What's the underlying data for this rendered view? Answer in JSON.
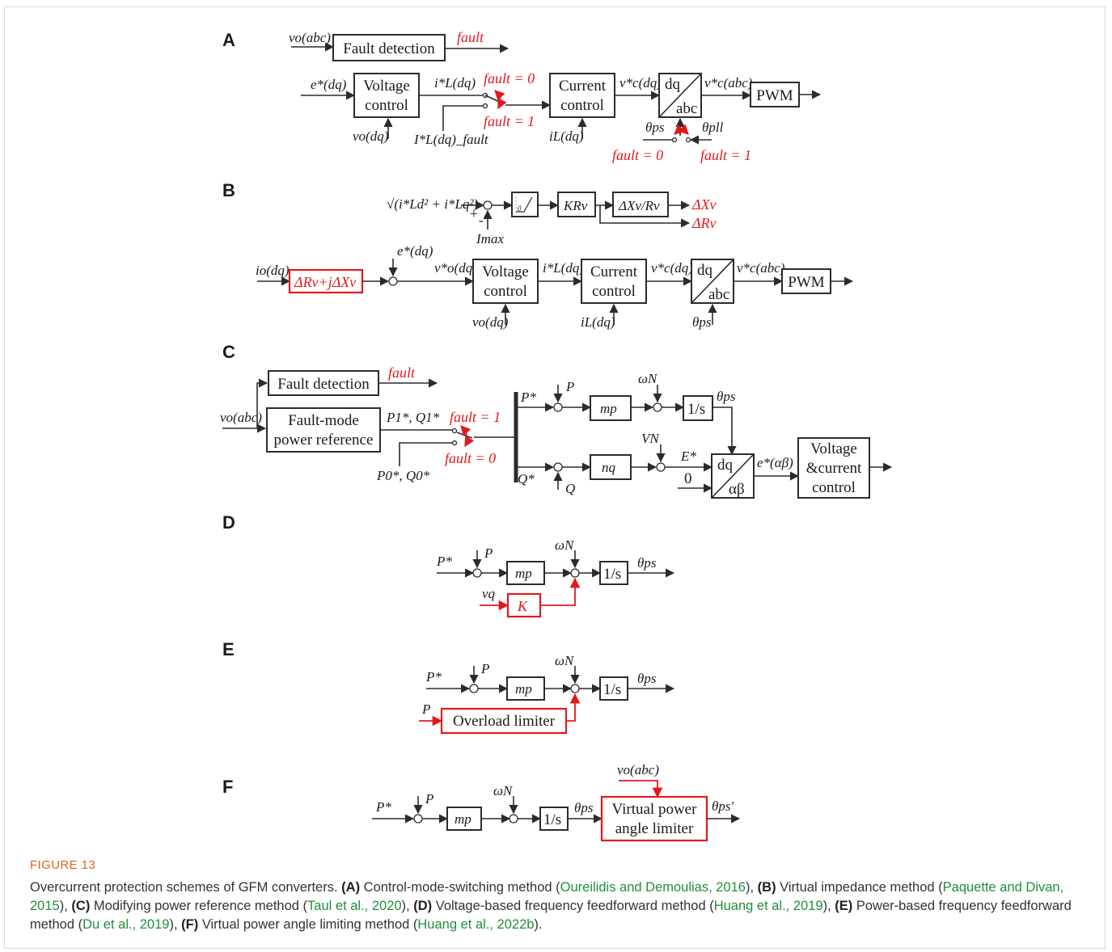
{
  "colors": {
    "accent_red": "#e1191d",
    "reference_green": "#1f8f3a",
    "figure_label_orange": "#e2621b",
    "ink": "#2b2b2b"
  },
  "panels": {
    "A": {
      "letter": "A",
      "labels": {
        "vo_in": "vo(abc)",
        "e_in": "e*(dq)",
        "iL_ref": "i*L(dq)",
        "vo_fb": "vo(dq)",
        "iL_fault": "I*L(dq)_fault",
        "vc_dq": "v*c(dq)",
        "iL_fb": "iL(dq)",
        "vc_abc": "v*c(abc)",
        "theta_ps": "θps",
        "theta_pll": "θpll"
      },
      "blocks": {
        "fault_detection": "Fault detection",
        "voltage_control_1": "Voltage",
        "voltage_control_2": "control",
        "current_control_1": "Current",
        "current_control_2": "control",
        "dq": "dq",
        "abc": "abc",
        "pwm": "PWM"
      },
      "red": {
        "fault": "fault",
        "fault0": "fault = 0",
        "fault1": "fault = 1",
        "fault0_b": "fault = 0",
        "fault1_b": "fault = 1"
      }
    },
    "B": {
      "letter": "B",
      "labels": {
        "sqrt_term": "√(i*Ld² + i*Lq²)",
        "imax": "Imax",
        "plus": "+",
        "minus": "-",
        "krv": "KRv",
        "ratio": "ΔXv/Rv",
        "io_in": "io(dq)",
        "e_ref": "e*(dq)",
        "vo_ref": "v*o(dq)",
        "iL_ref": "i*L(dq)",
        "vc_dq": "v*c(dq)",
        "vc_abc": "v*c(abc)",
        "vo_fb": "vo(dq)",
        "iL_fb": "iL(dq)",
        "theta": "θps",
        "sat_zero": "0"
      },
      "blocks": {
        "voltage_control_1": "Voltage",
        "voltage_control_2": "control",
        "current_control_1": "Current",
        "current_control_2": "control",
        "dq": "dq",
        "abc": "abc",
        "pwm": "PWM"
      },
      "red": {
        "dXv": "ΔXv",
        "dRv": "ΔRv",
        "impedance": "ΔRv+jΔXv"
      }
    },
    "C": {
      "letter": "C",
      "labels": {
        "vo_in": "vo(abc)",
        "p1q1": "P1*, Q1*",
        "p0q0": "P0*, Q0*",
        "p_star": "P*",
        "p": "P",
        "q_star": "Q*",
        "q": "Q",
        "mp": "mp",
        "nq": "nq",
        "omega_n": "ωN",
        "v_n": "VN",
        "integrator": "1/s",
        "theta": "θps",
        "e_star": "E*",
        "zero": "0",
        "e_ab": "e*(αβ)",
        "dq": "dq",
        "ab": "αβ"
      },
      "blocks": {
        "fault_detection": "Fault detection",
        "fault_mode_1": "Fault-mode",
        "fault_mode_2": "power reference",
        "vc_1": "Voltage",
        "vc_2": "&current",
        "vc_3": "control"
      },
      "red": {
        "fault": "fault",
        "fault1": "fault = 1",
        "fault0": "fault = 0"
      }
    },
    "D": {
      "letter": "D",
      "labels": {
        "p_star": "P*",
        "p": "P",
        "mp": "mp",
        "omega_n": "ωN",
        "integrator": "1/s",
        "theta": "θps",
        "vq": "vq"
      },
      "red": {
        "k": "K"
      }
    },
    "E": {
      "letter": "E",
      "labels": {
        "p_star": "P*",
        "p": "P",
        "p_in": "P",
        "mp": "mp",
        "omega_n": "ωN",
        "integrator": "1/s",
        "theta": "θps"
      },
      "red": {
        "limiter": "Overload limiter"
      }
    },
    "F": {
      "letter": "F",
      "labels": {
        "p_star": "P*",
        "p": "P",
        "mp": "mp",
        "omega_n": "ωN",
        "integrator": "1/s",
        "theta": "θps",
        "theta_prime": "θps′",
        "vo": "vo(abc)"
      },
      "red": {
        "limiter_1": "Virtual power",
        "limiter_2": "angle limiter"
      }
    }
  },
  "caption": {
    "figure_label": "FIGURE 13",
    "intro": "Overcurrent protection schemes of GFM converters.",
    "items": [
      {
        "tag": "(A)",
        "text": "Control-mode-switching method (",
        "ref": "Oureilidis and Demoulias, 2016",
        "close": "),"
      },
      {
        "tag": "(B)",
        "text": "Virtual impedance method (",
        "ref": "Paquette and Divan, 2015",
        "close": "),"
      },
      {
        "tag": "(C)",
        "text": "Modifying power reference method (",
        "ref": "Taul et al., 2020",
        "close": "),"
      },
      {
        "tag": "(D)",
        "text": "Voltage-based frequency feedforward method (",
        "ref": "Huang et al., 2019",
        "close": "),"
      },
      {
        "tag": "(E)",
        "text": "Power-based frequency feedforward method (",
        "ref": "Du et al., 2019",
        "close": "),"
      },
      {
        "tag": "(F)",
        "text": "Virtual power angle limiting method (",
        "ref": "Huang et al., 2022b",
        "close": ")."
      }
    ]
  }
}
